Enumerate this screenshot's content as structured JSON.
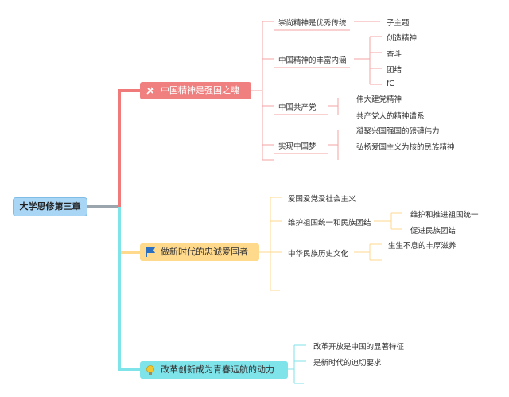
{
  "root": "大学思修第三章",
  "branches": [
    {
      "label": "中国精神是强国之魂",
      "icon": "tools-icon",
      "color": "#f07a7a",
      "subs": [
        {
          "label": "崇尚精神是优秀传统",
          "leaves": [
            "子主题"
          ]
        },
        {
          "label": "中国精神的丰富内涵",
          "leaves": [
            "创造精神",
            "奋斗",
            "团结",
            "fC"
          ]
        },
        {
          "label": "中国共产党",
          "leaves": [
            "伟大建党精神",
            "共产党人的精神谱系"
          ]
        },
        {
          "label": "实现中国梦",
          "leaves": [
            "凝聚兴国强国的磅礴伟力",
            "弘扬爱国主义为核的民族精神"
          ]
        }
      ]
    },
    {
      "label": "做新时代的忠诚爱国者",
      "icon": "flag-icon",
      "color": "#ffd98c",
      "subs": [
        {
          "label": "爱国爱党爱社会主义",
          "leaves": []
        },
        {
          "label": "维护祖国统一和民族团结",
          "leaves": [
            "维护和推进祖国统一",
            "促进民族团结"
          ]
        },
        {
          "label": "中华民族历史文化",
          "leaves": [
            "生生不息的丰厚滋养"
          ]
        }
      ]
    },
    {
      "label": "改革创新成为青春远航的动力",
      "icon": "lightbulb-icon",
      "color": "#7fe3ea",
      "subs": [
        {
          "label": "改革开放是中国的显著特征",
          "leaves": []
        },
        {
          "label": "是新时代的迫切要求",
          "leaves": []
        }
      ]
    }
  ]
}
